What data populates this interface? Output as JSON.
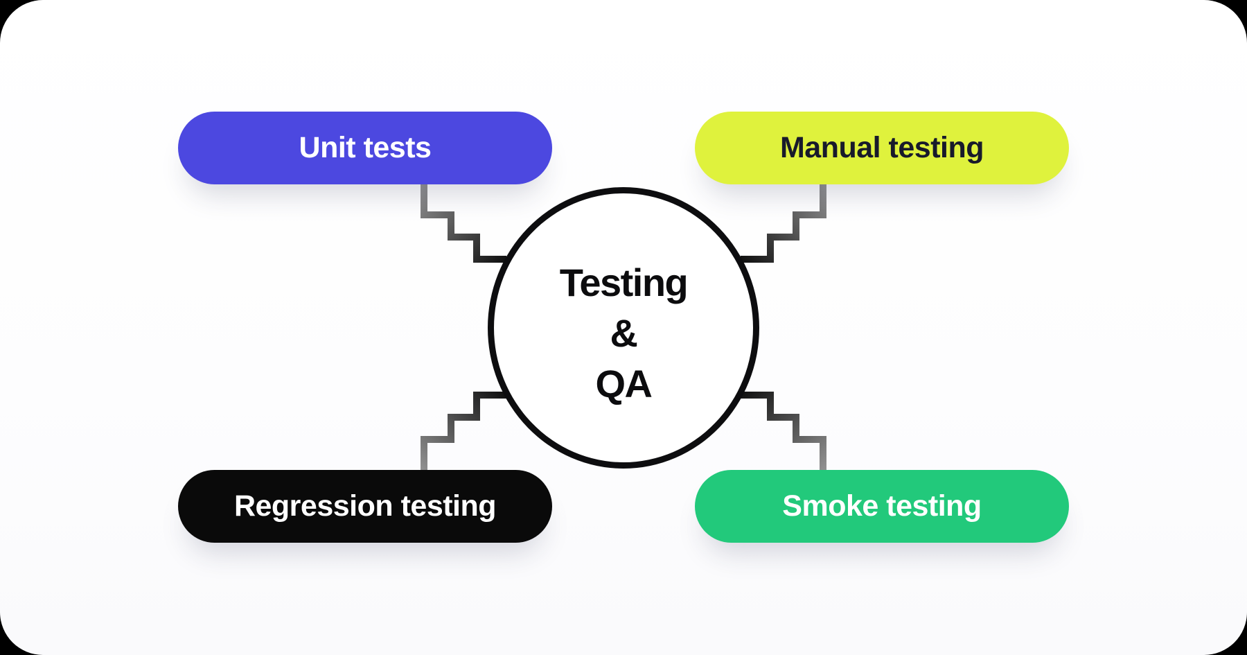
{
  "page": {
    "outer_background": "#000000",
    "card_background": "#ffffff"
  },
  "center_node": {
    "lines": [
      "Testing",
      "&",
      "QA"
    ],
    "text_color": "#0c0c0e",
    "border_color": "#0d0d0f",
    "fill": "#ffffff"
  },
  "nodes": [
    {
      "id": "unit-tests",
      "label": "Unit tests",
      "color": "#4c48e0",
      "text_color": "#ffffff",
      "position": "top-left"
    },
    {
      "id": "manual-testing",
      "label": "Manual testing",
      "color": "#dff23d",
      "text_color": "#181a2b",
      "position": "top-right"
    },
    {
      "id": "regression-testing",
      "label": "Regression testing",
      "color": "#0a0a0a",
      "text_color": "#ffffff",
      "position": "bottom-left"
    },
    {
      "id": "smoke-testing",
      "label": "Smoke testing",
      "color": "#22c97b",
      "text_color": "#ffffff",
      "position": "bottom-right"
    }
  ],
  "connectors": {
    "style": "staircase",
    "pill_end_color": "#929292",
    "circle_end_color": "#131313"
  }
}
